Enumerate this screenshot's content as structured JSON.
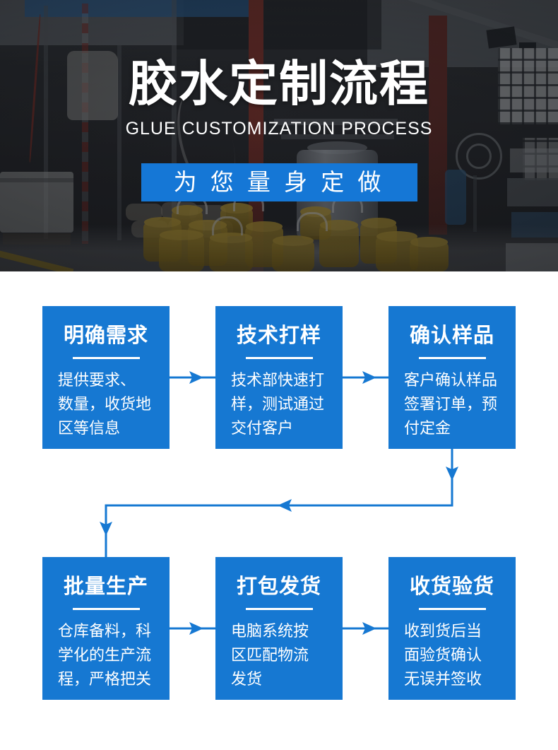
{
  "hero": {
    "title": "胶水定制流程",
    "subtitle": "GLUE CUSTOMIZATION PROCESS",
    "banner": "为 您 量 身 定 做"
  },
  "flow": {
    "steps": [
      {
        "title": "明确需求",
        "desc": "提供要求、\n数量，收货地\n区等信息"
      },
      {
        "title": "技术打样",
        "desc": "技术部快速打\n样，测试通过\n交付客户"
      },
      {
        "title": "确认样品",
        "desc": "客户确认样品\n签署订单，预\n付定金"
      },
      {
        "title": "批量生产",
        "desc": "仓库备料，科\n学化的生产流\n程，严格把关"
      },
      {
        "title": "打包发货",
        "desc": "电脑系统按\n区匹配物流\n发货"
      },
      {
        "title": "收货验货",
        "desc": "收到货后当\n面验货确认\n无误并签收"
      }
    ]
  },
  "colors": {
    "box_blue": "#1678d2",
    "banner_blue": "#1577d6",
    "arrow_blue": "#1678d2",
    "text_white": "#ffffff"
  }
}
